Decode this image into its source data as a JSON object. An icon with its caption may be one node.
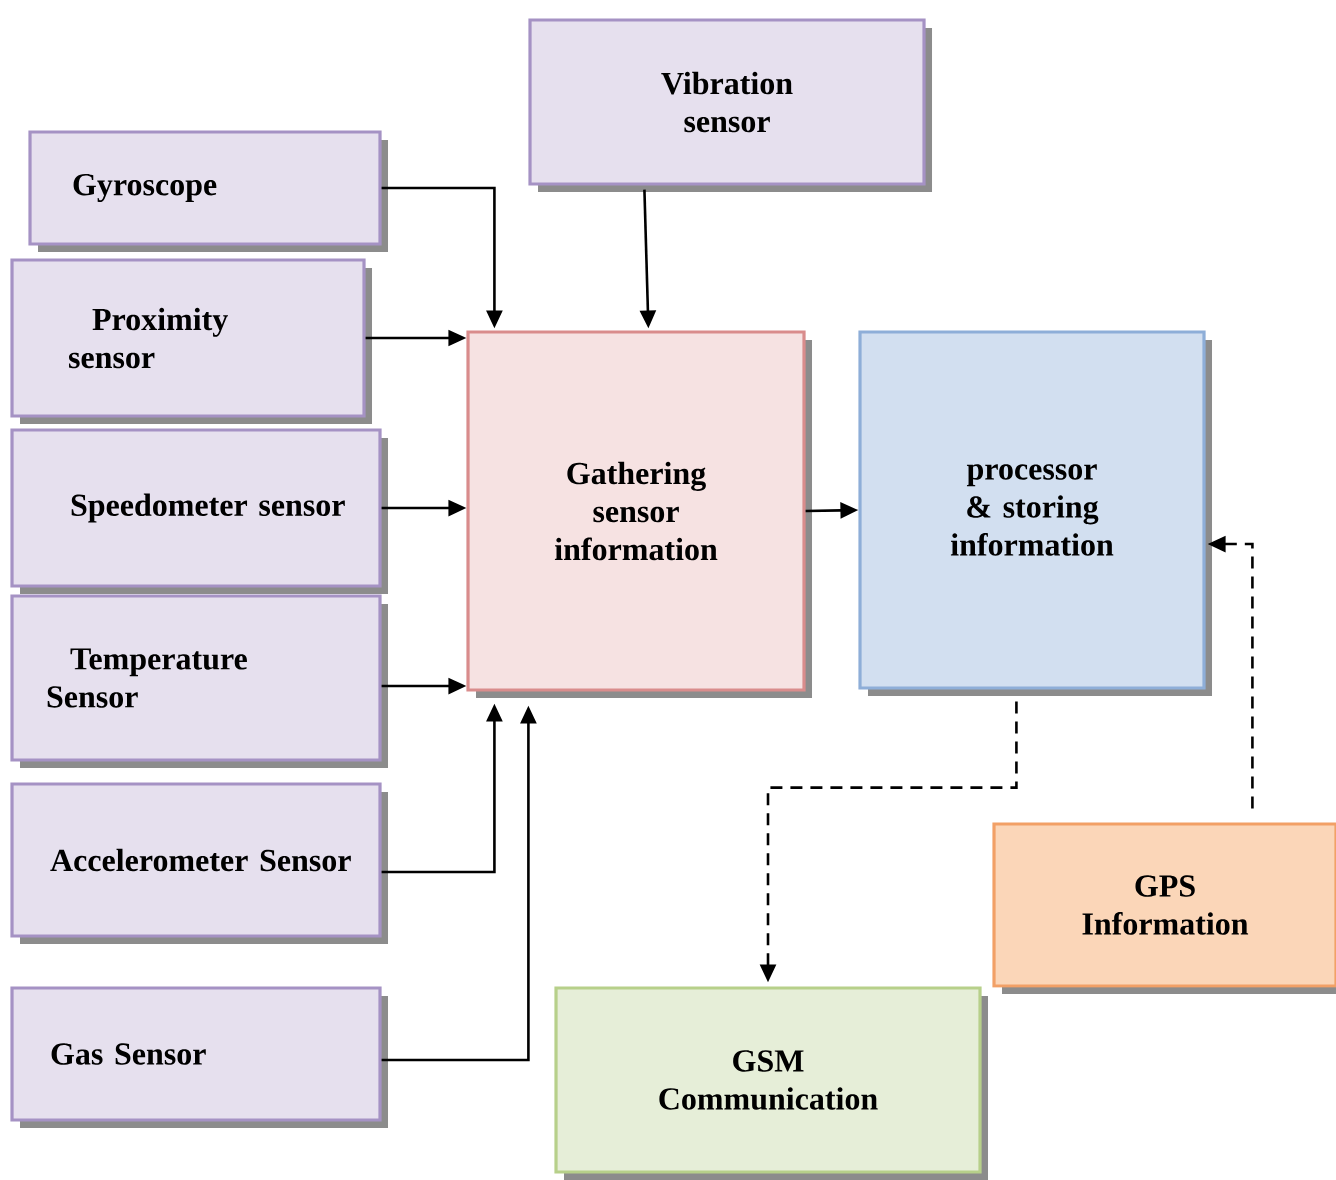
{
  "diagram": {
    "nodes": [
      {
        "text": [
          "Vibration sensor"
        ]
      },
      {
        "text": [
          "Gyroscope"
        ]
      },
      {
        "text": [
          "Proximity sensor"
        ]
      },
      {
        "text": [
          "Speedometer sensor"
        ]
      },
      {
        "text": [
          "Temperature Sensor"
        ]
      },
      {
        "text": [
          "Accelerometer Sensor"
        ]
      },
      {
        "text": [
          "Gas Sensor"
        ]
      },
      {
        "text": [
          "Gathering sensor information"
        ]
      },
      {
        "text": [
          "processor & storing information"
        ]
      },
      {
        "text": [
          "GPS Information"
        ]
      },
      {
        "text": [
          "GSM Communication"
        ]
      }
    ],
    "edges": [
      {
        "from": 1,
        "to": 7,
        "arrow": "to"
      },
      {
        "from": 0,
        "to": 7,
        "arrow": "to"
      },
      {
        "from": 2,
        "to": 7,
        "arrow": "to"
      },
      {
        "from": 3,
        "to": 7,
        "arrow": "to"
      },
      {
        "from": 4,
        "to": 7,
        "arrow": "to"
      },
      {
        "from": 5,
        "to": 7,
        "arrow": "to"
      },
      {
        "from": 6,
        "to": 7,
        "arrow": "to"
      },
      {
        "from": 7,
        "to": 8,
        "arrow": "to"
      },
      {
        "from": 8,
        "to": 10,
        "arrow": "to",
        "style": "dashed"
      },
      {
        "from": 9,
        "to": 8,
        "arrow": "to",
        "style": "dashed"
      }
    ]
  }
}
